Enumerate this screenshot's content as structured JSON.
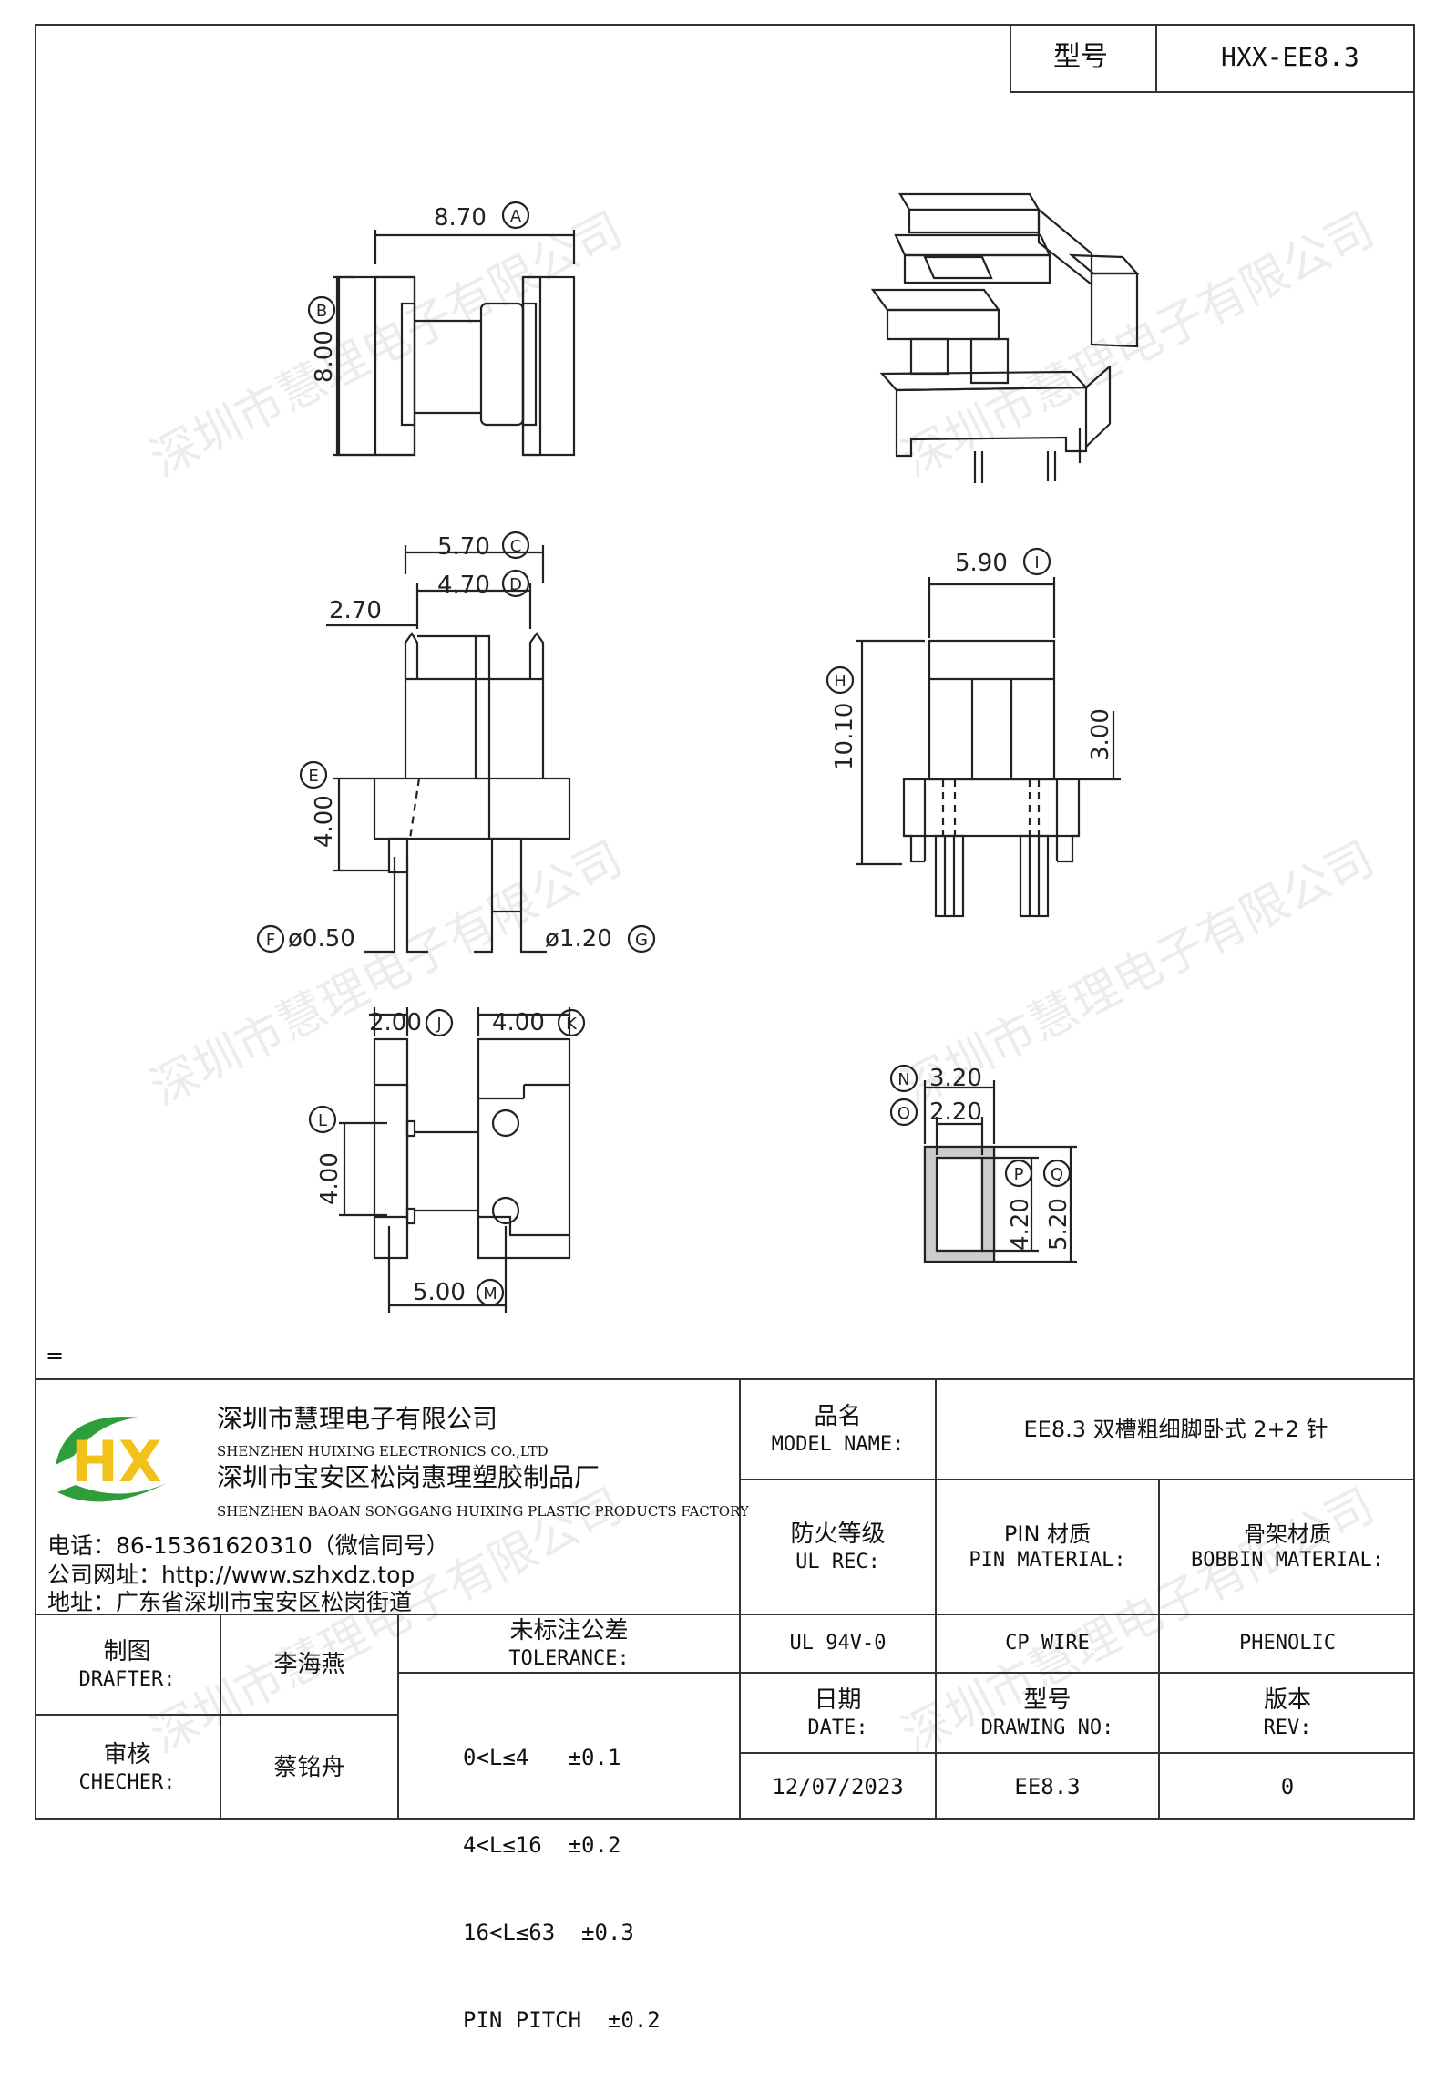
{
  "header": {
    "model_label": "型号",
    "model_value": "HXX-EE8.3"
  },
  "watermark": "深圳市慧理电子有限公司",
  "dimensions": {
    "A": "8.70",
    "B": "8.00",
    "C": "5.70",
    "D": "4.70",
    "extra": "2.70",
    "E": "4.00",
    "F": "ø0.50",
    "G": "ø1.20",
    "I": "5.90",
    "H": "10.10",
    "side_height": "3.00",
    "J": "2.00",
    "K": "4.00",
    "L": "4.00",
    "M": "5.00",
    "N": "3.20",
    "O": "2.20",
    "P": "4.20",
    "Q": "5.20"
  },
  "callouts": [
    "A",
    "B",
    "C",
    "D",
    "E",
    "F",
    "G",
    "H",
    "I",
    "J",
    "K",
    "L",
    "M",
    "N",
    "O",
    "P",
    "Q"
  ],
  "equals_mark": "=",
  "company": {
    "logo_text": "HX",
    "name_cn": "深圳市慧理电子有限公司",
    "name_en": "SHENZHEN HUIXING ELECTRONICS CO.,LTD",
    "factory_cn": "深圳市宝安区松岗惠理塑胶制品厂",
    "factory_en": "SHENZHEN BAOAN SONGGANG HUIXING PLASTIC PRODUCTS FACTORY",
    "phone": "电话：86-15361620310（微信同号）",
    "website": "公司网址：http://www.szhxdz.top",
    "address": "地址：广东省深圳市宝安区松岗街道"
  },
  "title_block": {
    "model_name_cn": "品名",
    "model_name_en": "MODEL NAME:",
    "model_name_value": "EE8.3 双槽粗细脚卧式 2+2 针",
    "ul_cn": "防火等级",
    "ul_en": "UL REC:",
    "pin_cn": "PIN 材质",
    "pin_en": "PIN MATERIAL:",
    "bobbin_cn": "骨架材质",
    "bobbin_en": "BOBBIN MATERIAL:",
    "ul_value": "UL 94V-0",
    "pin_value": "CP WIRE",
    "bobbin_value": "PHENOLIC",
    "drafter_cn": "制图",
    "drafter_en": "DRAFTER:",
    "drafter_name": "李海燕",
    "checker_cn": "审核",
    "checker_en": "CHECHER:",
    "checker_name": "蔡铭舟",
    "tolerance_cn": "未标注公差",
    "tolerance_en": "TOLERANCE:",
    "tolerance_lines": [
      "0<L≤4   ±0.1",
      "4<L≤16  ±0.2",
      "16<L≤63  ±0.3",
      "PIN PITCH  ±0.2"
    ],
    "date_cn": "日期",
    "date_en": "DATE:",
    "date_value": "12/07/2023",
    "drawing_cn": "型号",
    "drawing_en": "DRAWING NO:",
    "drawing_value": "EE8.3",
    "rev_cn": "版本",
    "rev_en": "REV:",
    "rev_value": "0"
  }
}
